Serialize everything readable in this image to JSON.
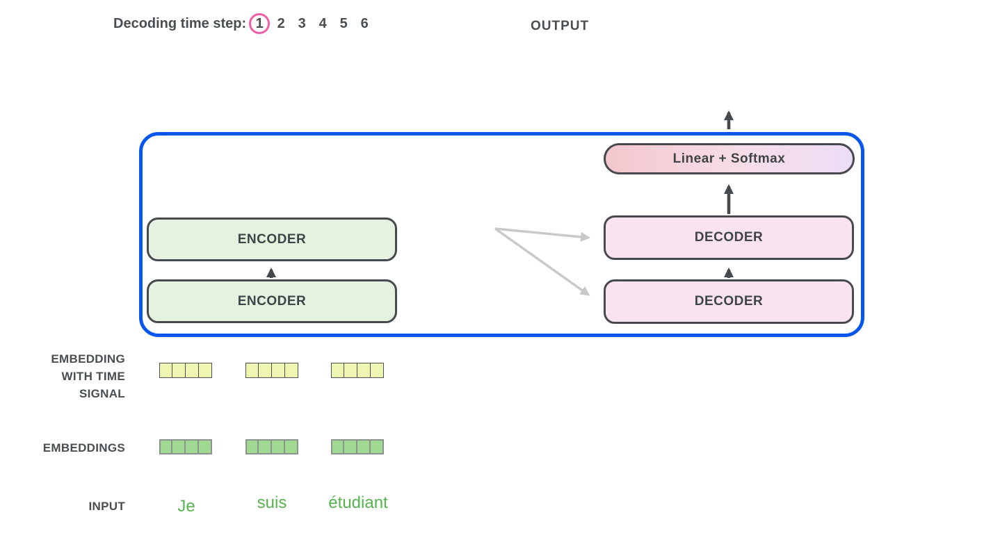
{
  "header": {
    "decoding_label": "Decoding time step:",
    "time_steps": [
      "1",
      "2",
      "3",
      "4",
      "5",
      "6"
    ],
    "active_step": "1",
    "output_label": "OUTPUT"
  },
  "model": {
    "encoder_top": "ENCODER",
    "encoder_bottom": "ENCODER",
    "decoder_top": "DECODER",
    "decoder_bottom": "DECODER",
    "linear_softmax": "Linear + Softmax"
  },
  "labels": {
    "embedding_time_lines": [
      "EMBEDDING",
      "WITH TIME",
      "SIGNAL"
    ],
    "embeddings": "EMBEDDINGS",
    "input": "INPUT"
  },
  "input_words": [
    "Je",
    "suis",
    "étudiant"
  ],
  "embedding_rows": {
    "groups": 3,
    "cells_per_group": 4
  },
  "colors": {
    "accent_blue": "#0757ef",
    "step_circle_pink": "#ee5fa5",
    "encoder_fill": "#e4f2df",
    "decoder_fill": "#fae3ef",
    "linear_gradient_left": "#f3c7cd",
    "linear_gradient_right": "#ecddf6",
    "embedding_time_cell_yellow": "#eff6b2",
    "embedding_cell_green": "#a0d992",
    "input_word_green": "#56b44e",
    "text_dark": "#494e52",
    "box_border_dark": "#46494d",
    "arrow_dark": "#46494d",
    "arrow_gray": "#c9c9c9"
  }
}
